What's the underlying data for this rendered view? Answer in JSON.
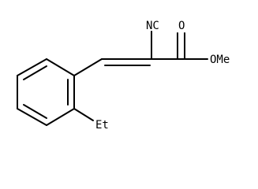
{
  "molecule": {
    "labels": {
      "nitrile": "NC",
      "carbonyl_oxygen": "O",
      "ester_group": "OMe",
      "ethyl_group": "Et"
    },
    "colors": {
      "bond": "#000000",
      "text": "#000000",
      "background": "#ffffff"
    }
  }
}
